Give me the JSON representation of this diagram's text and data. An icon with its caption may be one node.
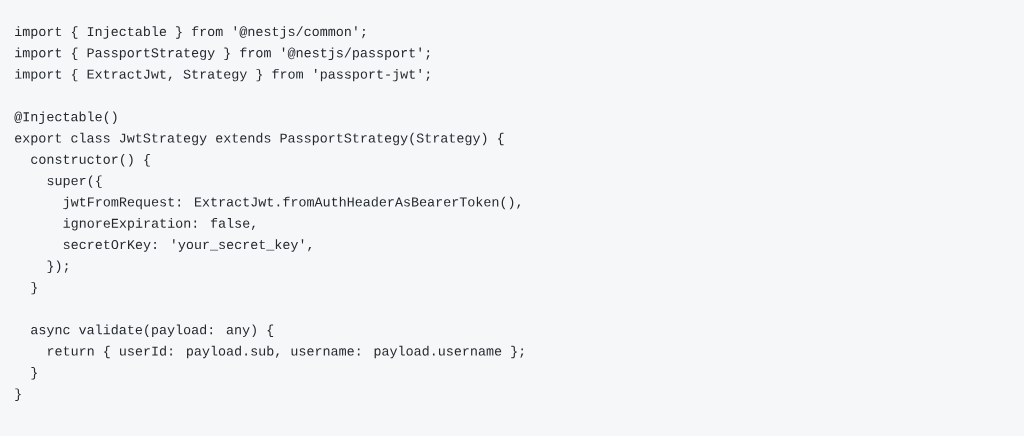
{
  "diagram": {
    "labels": [
      "import { Injectable } from '@nestjs/common';",
      "import { PassportStrategy } from '@nestjs/passport';",
      "import { ExtractJwt, Strategy } from 'passport-jwt';",
      "@Injectable()",
      "export class JwtStrategy extends PassportStrategy(Strategy) {",
      "constructor() {",
      "super({",
      "jwtFromRequest: ExtractJwt.fromAuthHeaderAsBearerToken(),",
      "ignoreExpiration: false,",
      "secretOrKey: 'your_secret_key',",
      "});",
      "}",
      "async validate(payload: any) {",
      "return { userId: payload.sub, username: payload.username };",
      "}",
      "}"
    ]
  }
}
